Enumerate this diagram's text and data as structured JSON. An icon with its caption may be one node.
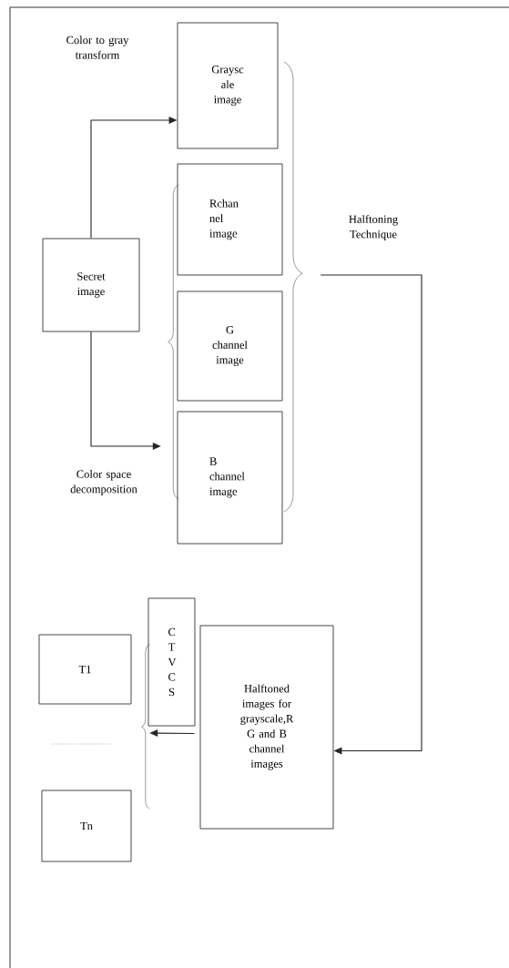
{
  "diagram": {
    "nodes": [
      {
        "text": [
          "Secret image"
        ]
      },
      {
        "text": [
          "Graysc ale image"
        ]
      },
      {
        "text": [
          "Rchan nel image"
        ]
      },
      {
        "text": [
          "G channel image"
        ]
      },
      {
        "text": [
          "B channel image"
        ]
      },
      {
        "text": [
          "Halftoned images for grayscale,R G and B channel images"
        ]
      },
      {
        "text": [
          "C T V C S"
        ]
      },
      {
        "text": [
          "T1"
        ]
      },
      {
        "text": [
          "Tn"
        ]
      },
      {
        "text": [],
        "shape": "brace"
      },
      {
        "text": [],
        "shape": "brace"
      },
      {
        "text": [],
        "shape": "brace"
      }
    ],
    "edges": [
      {
        "from": 0,
        "to": 1,
        "arrow": "to"
      },
      {
        "from": 0,
        "to": 10,
        "arrow": "to"
      },
      {
        "from": 9,
        "to": 5,
        "arrow": "to"
      },
      {
        "from": 5,
        "to": 11,
        "arrow": "to"
      }
    ],
    "labels": [
      "Color to gray transform",
      "Halftoning Technique",
      "Color space decomposition"
    ]
  }
}
